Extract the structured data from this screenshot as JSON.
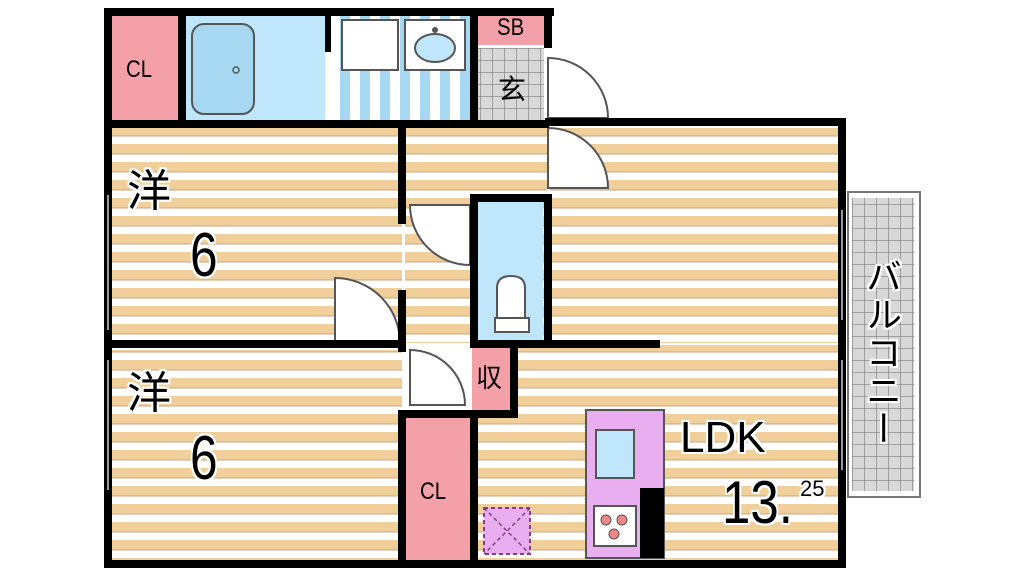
{
  "rooms": {
    "western1": {
      "label": "洋",
      "size": "6"
    },
    "western2": {
      "label": "洋",
      "size": "6"
    },
    "ldk": {
      "label": "LDK",
      "size_main": "13.",
      "size_frac": "25"
    }
  },
  "labels": {
    "closet_top": "CL",
    "closet_bottom": "CL",
    "shoe_box": "SB",
    "entrance": "玄",
    "storage": "収",
    "balcony": "バルコニー"
  },
  "colors": {
    "wall": "#000000",
    "floor_stripe_a": "#f0cf9a",
    "floor_stripe_b": "#ffffff",
    "closet": "#f4a0a8",
    "wet_area": "#bfe6fb",
    "kitchen": "#e8aef0",
    "balcony_grid": "#b0b0b0"
  }
}
